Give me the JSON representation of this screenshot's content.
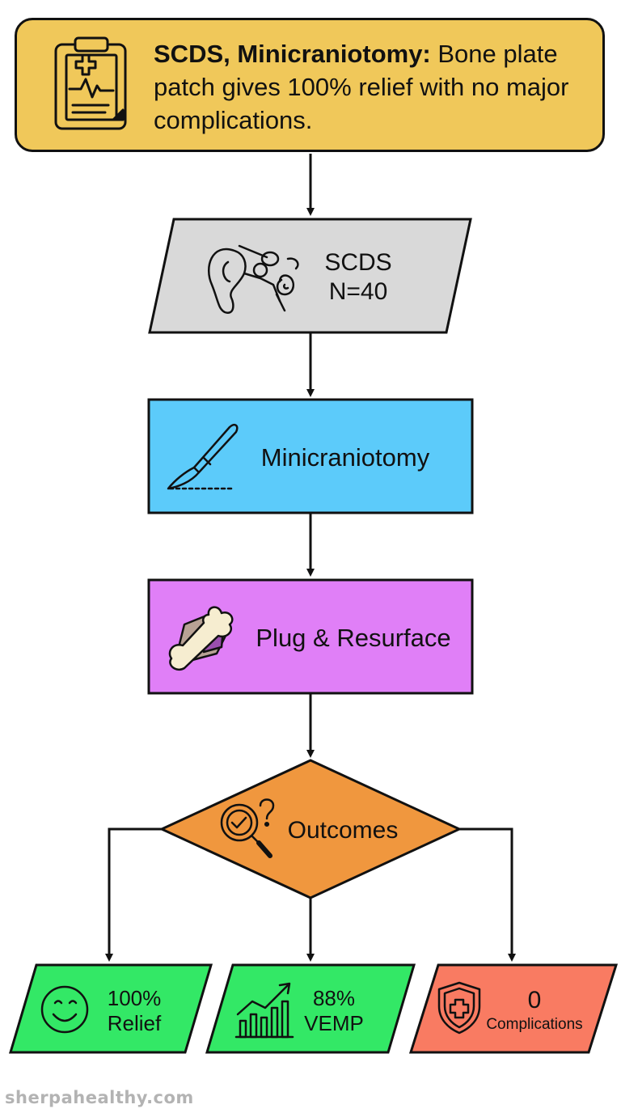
{
  "header": {
    "title_bold": "SCDS, Minicraniotomy:",
    "title_rest": " Bone plate patch gives 100% relief with no major complications.",
    "icon": "medical-clipboard-icon",
    "color": "#f0c85a"
  },
  "nodes": {
    "population": {
      "line1": "SCDS",
      "line2": "N=40",
      "icon": "ear-anatomy-icon",
      "color": "#d9d9d9"
    },
    "procedure": {
      "label": "Minicraniotomy",
      "icon": "scalpel-icon",
      "color": "#5ccbfa"
    },
    "technique": {
      "label": "Plug & Resurface",
      "icon": "bone-patch-icon",
      "color": "#e07ff7"
    },
    "decision": {
      "label": "Outcomes",
      "icon": "magnifier-check-icon",
      "color": "#f0973e"
    }
  },
  "outcomes": [
    {
      "value": "100%",
      "label": "Relief",
      "icon": "smiley-icon",
      "color": "#33e866"
    },
    {
      "value": "88%",
      "label": "VEMP",
      "icon": "rising-chart-icon",
      "color": "#33e866"
    },
    {
      "value": "0",
      "label": "Complications",
      "icon": "shield-cross-icon",
      "color": "#f97b62"
    }
  ],
  "watermark": "sherpahealthy.com"
}
